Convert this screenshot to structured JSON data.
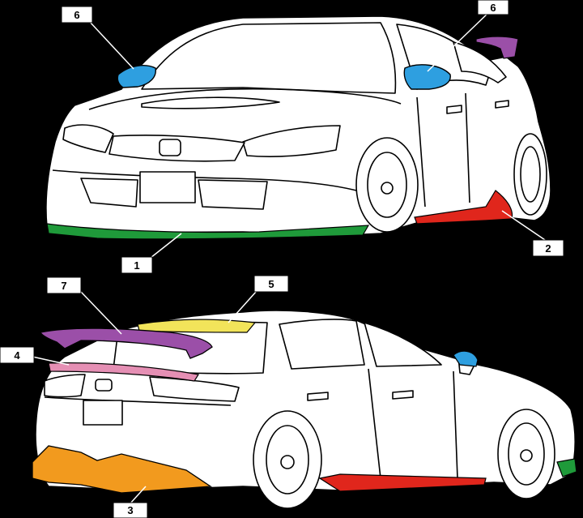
{
  "colors": {
    "background": "#000000",
    "body": "#ffffff",
    "outline": "#000000",
    "front_lip": "#1f9a3a",
    "side_skirt": "#e0261c",
    "rear_diffuser": "#f29a1e",
    "trunk_spoiler": "#e58fb4",
    "roof_spoiler": "#f2e45a",
    "mirror_cover": "#2e9fe0",
    "rear_wing": "#9b4fa8"
  },
  "parts": [
    {
      "number": "1",
      "part": "front-lip-spoiler",
      "color": "front_lip"
    },
    {
      "number": "2",
      "part": "side-skirt",
      "color": "side_skirt"
    },
    {
      "number": "3",
      "part": "rear-diffuser",
      "color": "rear_diffuser"
    },
    {
      "number": "4",
      "part": "trunk-spoiler",
      "color": "trunk_spoiler"
    },
    {
      "number": "5",
      "part": "roof-spoiler",
      "color": "roof_spoiler"
    },
    {
      "number": "6",
      "part": "mirror-cover",
      "color": "mirror_cover"
    },
    {
      "number": "7",
      "part": "rear-wing",
      "color": "rear_wing"
    }
  ],
  "callouts": {
    "front_mirror_left": "6",
    "front_mirror_right": "6",
    "front_lip": "1",
    "side_skirt_front": "2",
    "rear_wing": "7",
    "roof_spoiler": "5",
    "trunk_spoiler": "4",
    "rear_diffuser": "3"
  }
}
